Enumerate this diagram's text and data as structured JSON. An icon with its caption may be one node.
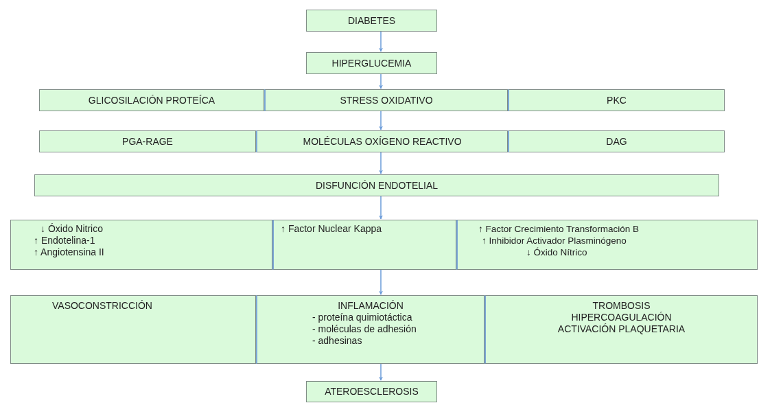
{
  "diagram": {
    "nodes": [
      {
        "text": [
          "DIABETES"
        ]
      },
      {
        "text": [
          "HIPERGLUCEMIA"
        ]
      },
      {
        "text": [
          "GLICOSILACIÓN PROTEÍCA"
        ]
      },
      {
        "text": [
          "STRESS OXIDATIVO"
        ]
      },
      {
        "text": [
          "PKC"
        ]
      },
      {
        "text": [
          "PGA-RAGE"
        ]
      },
      {
        "text": [
          "MOLÉCULAS OXÍGENO REACTIVO"
        ]
      },
      {
        "text": [
          "DAG"
        ]
      },
      {
        "text": [
          "DISFUNCIÓN ENDOTELIAL"
        ]
      },
      {
        "text": [
          "↓ Óxido Nitrico",
          "↑ Endotelina-1",
          "↑ Angiotensina II"
        ]
      },
      {
        "text": [
          "↑ Factor Nuclear Kappa"
        ]
      },
      {
        "text": [
          "↑ Factor Crecimiento Transformación B",
          "↑ Inhibidor Activador Plasminógeno",
          "↓ Óxido Nítrico"
        ]
      },
      {
        "text": [
          "VASOCONSTRICCIÓN"
        ]
      },
      {
        "text": [
          "INFLAMACIÓN",
          "- proteína quimiotáctica",
          "- moléculas de adhesión",
          "- adhesinas"
        ]
      },
      {
        "text": [
          "TROMBOSIS",
          "HIPERCOAGULACIÓN",
          "ACTIVACIÓN PLAQUETARIA"
        ]
      },
      {
        "text": [
          "ATEROESCLEROSIS"
        ]
      }
    ],
    "edges": [
      {
        "from": 0,
        "to": 1,
        "arrow": "to"
      },
      {
        "from": 1,
        "to": 3,
        "arrow": "to"
      },
      {
        "from": 3,
        "to": 6,
        "arrow": "to"
      },
      {
        "from": 6,
        "to": 8,
        "arrow": "to"
      },
      {
        "from": 8,
        "to": 10,
        "arrow": "to"
      },
      {
        "from": 10,
        "to": 13,
        "arrow": "to"
      },
      {
        "from": 13,
        "to": 15,
        "arrow": "to"
      }
    ]
  }
}
